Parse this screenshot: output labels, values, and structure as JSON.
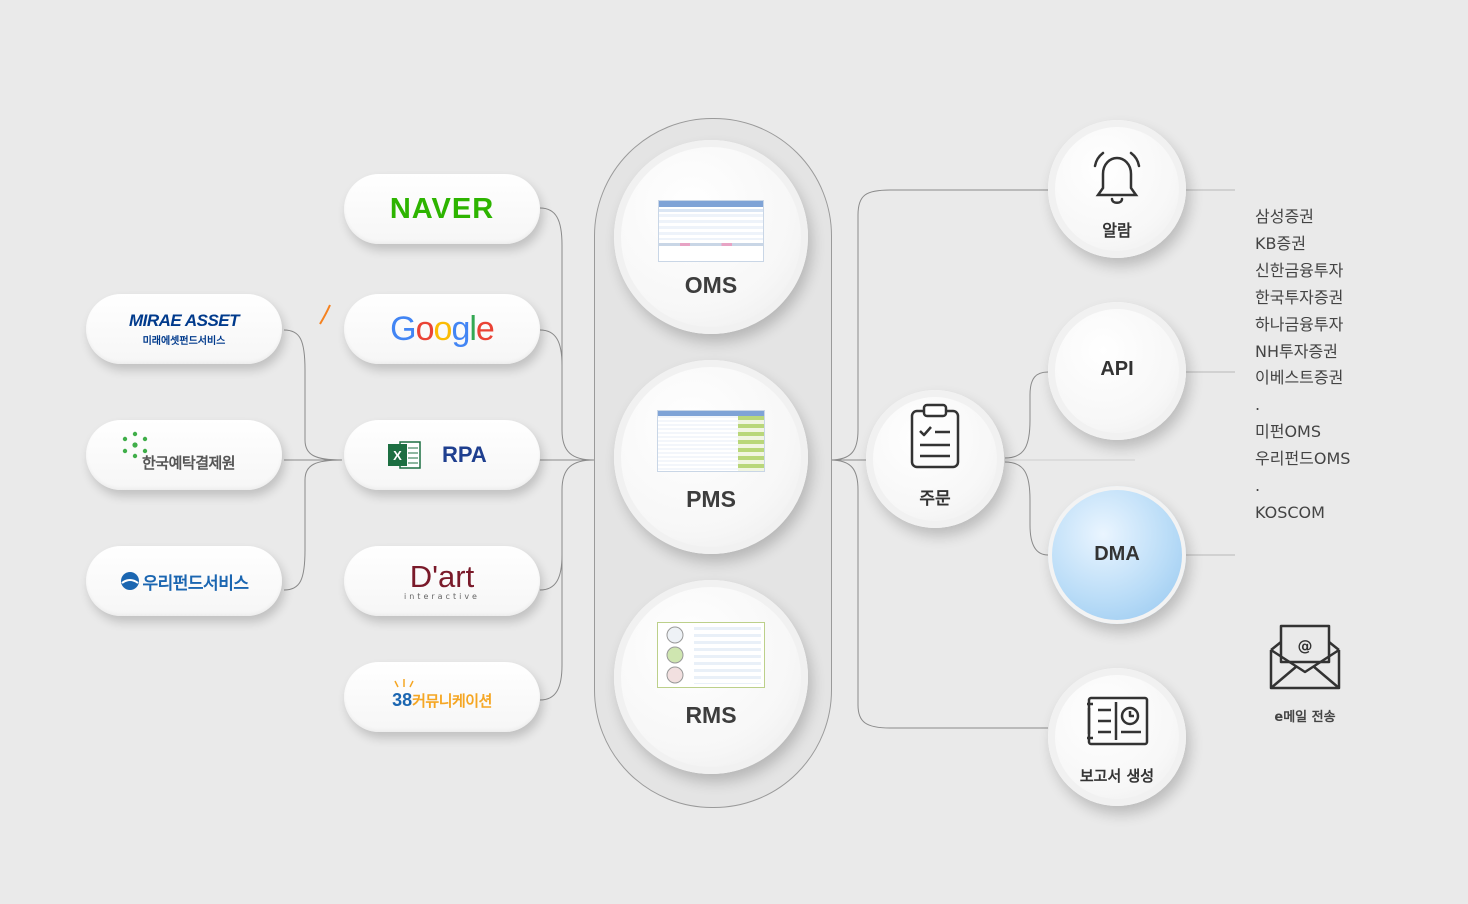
{
  "left_logos": [
    {
      "id": "mirae",
      "name": "MIRAE ASSET",
      "sub": "미래에셋펀드서비스"
    },
    {
      "id": "ksd",
      "name": "한국예탁결제원"
    },
    {
      "id": "woori",
      "name": "우리펀드서비스"
    }
  ],
  "mid_logos": [
    {
      "id": "naver",
      "name": "NAVER"
    },
    {
      "id": "google",
      "name": "Google"
    },
    {
      "id": "rpa",
      "name": "RPA"
    },
    {
      "id": "dart",
      "name": "D'art",
      "sub": "interactive"
    },
    {
      "id": "c38",
      "num": "38",
      "name": "커뮤니케이션"
    }
  ],
  "core": [
    {
      "id": "oms",
      "label": "OMS"
    },
    {
      "id": "pms",
      "label": "PMS"
    },
    {
      "id": "rms",
      "label": "RMS"
    }
  ],
  "order_node": {
    "label": "주문",
    "icon": "clipboard-icon"
  },
  "right_nodes": [
    {
      "id": "alarm",
      "label": "알람",
      "icon": "bell-icon"
    },
    {
      "id": "api",
      "label": "API"
    },
    {
      "id": "dma",
      "label": "DMA"
    },
    {
      "id": "report",
      "label": "보고서 생성",
      "icon": "report-icon"
    }
  ],
  "brokers": [
    "삼성증권",
    "KB증권",
    "신한금융투자",
    "한국투자증권",
    "하나금융투자",
    "NH투자증권",
    "이베스트증권",
    ".",
    "미펀OMS",
    "우리펀드OMS",
    ".",
    "KOSCOM"
  ],
  "email": {
    "label": "e메일 전송",
    "icon": "envelope-icon"
  },
  "colors": {
    "naver": "#2db400",
    "google_blue": "#4285f4",
    "google_red": "#ea4335",
    "google_yellow": "#fbbc05",
    "google_green": "#34a853",
    "excel": "#1d6f42",
    "rpa": "#1f3f8f",
    "mirae": "#003a8c",
    "mirae_accent": "#f58220",
    "ksd": "#3fae49",
    "woori": "#1b66b1",
    "dart": "#7a1a2a",
    "dma": "#aad4f5"
  }
}
